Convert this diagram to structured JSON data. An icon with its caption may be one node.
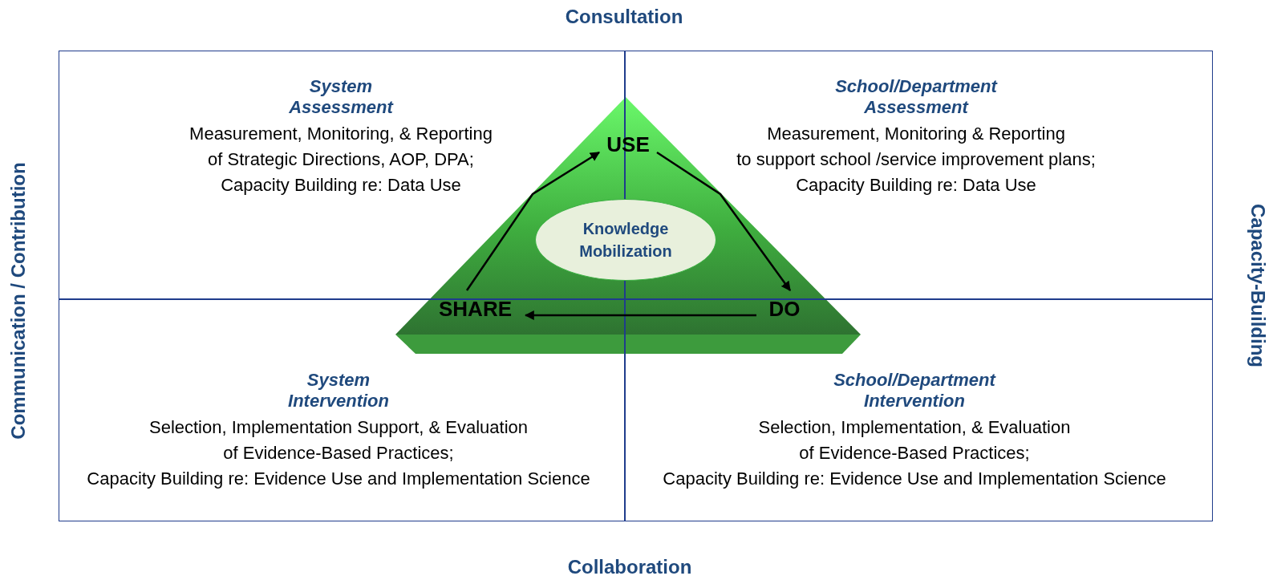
{
  "diagram": {
    "nodes": [
      {
        "text": [
          "USE"
        ]
      },
      {
        "text": [
          "DO"
        ]
      },
      {
        "text": [
          "SHARE"
        ]
      },
      {
        "text": [
          "Knowledge Mobilization"
        ]
      }
    ],
    "edges": [
      {
        "from": 2,
        "to": 0,
        "arrow": "to"
      },
      {
        "from": 0,
        "to": 1,
        "arrow": "to"
      },
      {
        "from": 1,
        "to": 2,
        "arrow": "to"
      }
    ],
    "labels": [
      "Consultation",
      "System Assessment",
      "Measurement, Monitoring, & Reporting of Strategic Directions, AOP, DPA; Capacity Building re: Data Use",
      "School/Department Assessment",
      "Measurement, Monitoring & Reporting to support school /service improvement plans; Capacity Building re: Data Use",
      "Communication / Contribution",
      "Capacity-Building",
      "System Intervention",
      "Selection, Implementation Support, & Evaluation of Evidence-Based Practices; Capacity Building re: Evidence Use and Implementation Science",
      "School/Department Intervention",
      "Selection, Implementation, & Evaluation of Evidence-Based Practices; Capacity Building re: Evidence Use and Implementation Science",
      "Collaboration"
    ]
  }
}
